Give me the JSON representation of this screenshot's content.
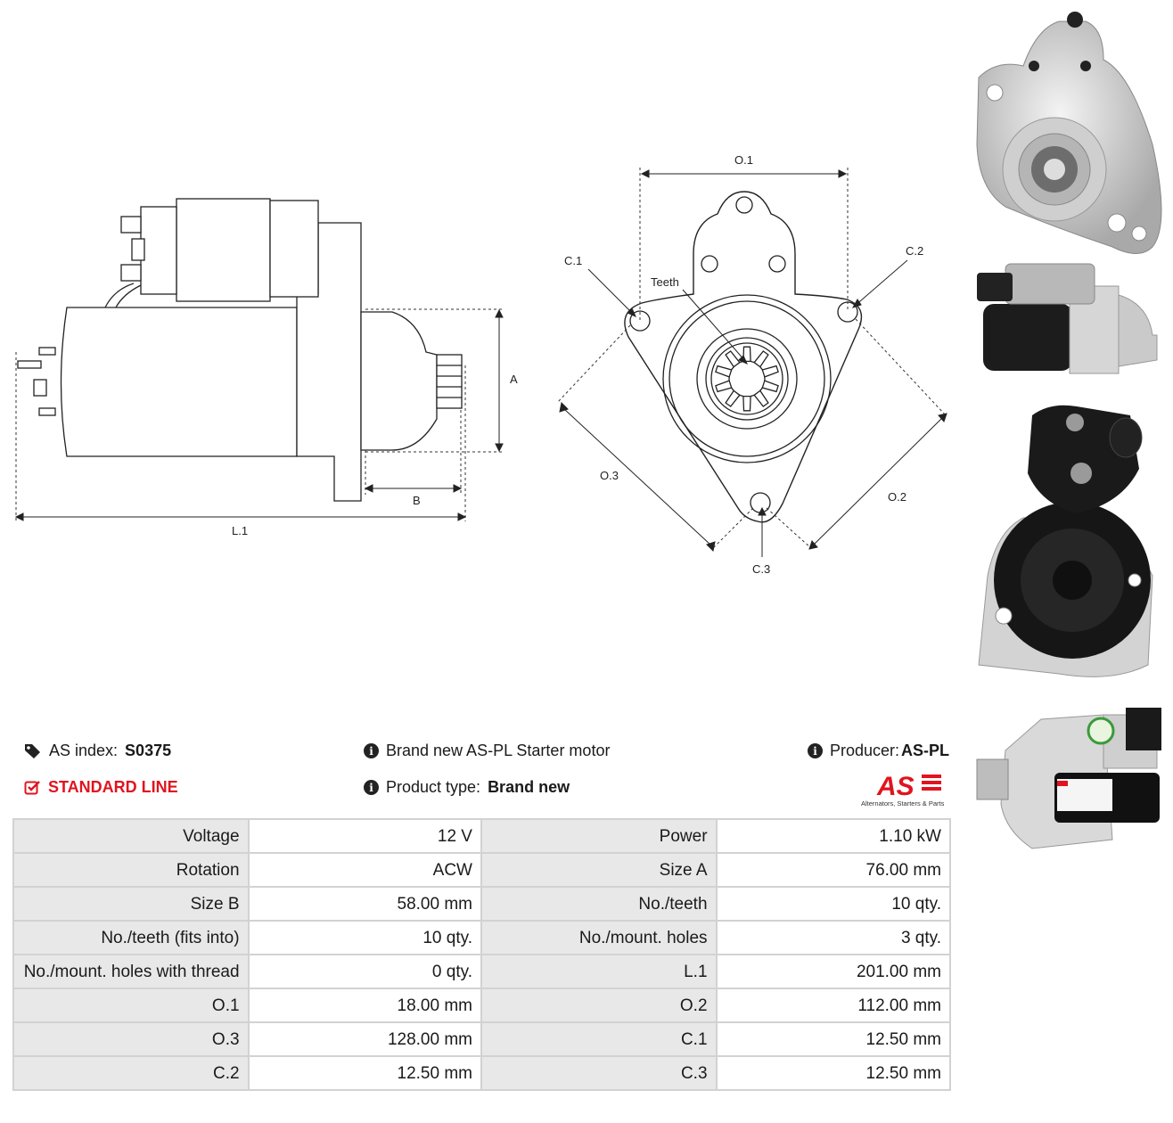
{
  "drawing_labels": {
    "a": "A",
    "b": "B",
    "l1": "L.1",
    "o1": "O.1",
    "o2": "O.2",
    "o3": "O.3",
    "c1": "C.1",
    "c2": "C.2",
    "c3": "C.3",
    "teeth": "Teeth"
  },
  "info": {
    "as_index_label": "AS index:",
    "as_index_value": "S0375",
    "line": "STANDARD LINE",
    "description": "Brand new AS-PL Starter motor",
    "product_type_label": "Product type:",
    "product_type_value": "Brand new",
    "producer_label": "Producer:",
    "producer_value": "AS-PL"
  },
  "logo": {
    "mark": "AS",
    "tagline": "Alternators, Starters & Parts"
  },
  "icons": {
    "tag": "tags-icon",
    "check": "check-square-icon",
    "info": "info-circle-icon"
  },
  "colors": {
    "accent_red": "#e0141e",
    "label_bg": "#e8e8e8",
    "border": "#d2d2d2"
  },
  "specs": [
    {
      "label1": "Voltage",
      "value1": "12 V",
      "label2": "Power",
      "value2": "1.10 kW"
    },
    {
      "label1": "Rotation",
      "value1": "ACW",
      "label2": "Size A",
      "value2": "76.00 mm"
    },
    {
      "label1": "Size B",
      "value1": "58.00 mm",
      "label2": "No./teeth",
      "value2": "10 qty."
    },
    {
      "label1": "No./teeth (fits into)",
      "value1": "10 qty.",
      "label2": "No./mount. holes",
      "value2": "3 qty."
    },
    {
      "label1": "No./mount. holes with thread",
      "value1": "0 qty.",
      "label2": "L.1",
      "value2": "201.00 mm"
    },
    {
      "label1": "O.1",
      "value1": "18.00 mm",
      "label2": "O.2",
      "value2": "112.00 mm"
    },
    {
      "label1": "O.3",
      "value1": "128.00 mm",
      "label2": "C.1",
      "value2": "12.50 mm"
    },
    {
      "label1": "C.2",
      "value1": "12.50 mm",
      "label2": "C.3",
      "value2": "12.50 mm"
    }
  ]
}
